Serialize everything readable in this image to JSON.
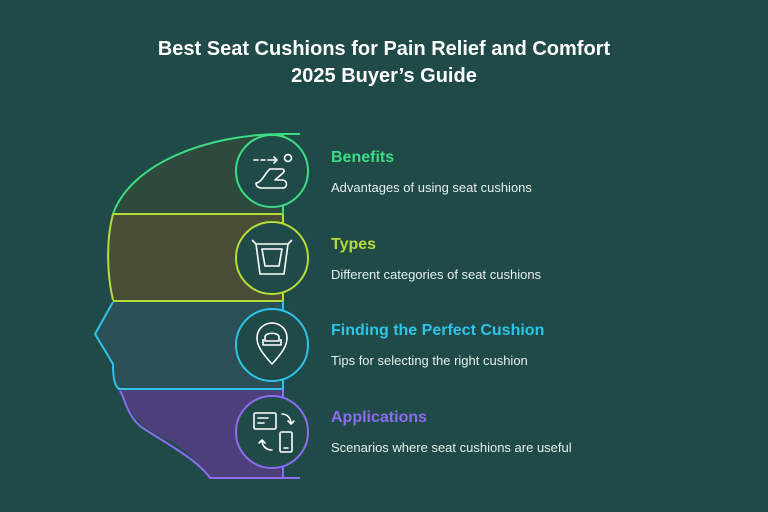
{
  "title": {
    "line1": "Best Seat Cushions for Pain Relief and Comfort",
    "line2": "2025 Buyer’s Guide"
  },
  "items": [
    {
      "heading": "Benefits",
      "description": "Advantages of using seat cushions",
      "color": "#3ddc84",
      "icon": "reclining-seat-icon"
    },
    {
      "heading": "Types",
      "description": "Different categories of seat cushions",
      "color": "#b6dc3a",
      "icon": "cushion-basket-icon"
    },
    {
      "heading": "Finding the Perfect Cushion",
      "description": "Tips for selecting the right cushion",
      "color": "#2ec4e8",
      "icon": "armchair-location-pin-icon"
    },
    {
      "heading": "Applications",
      "description": "Scenarios where seat cushions are useful",
      "color": "#8c6cf0",
      "icon": "devices-transfer-icon"
    }
  ]
}
